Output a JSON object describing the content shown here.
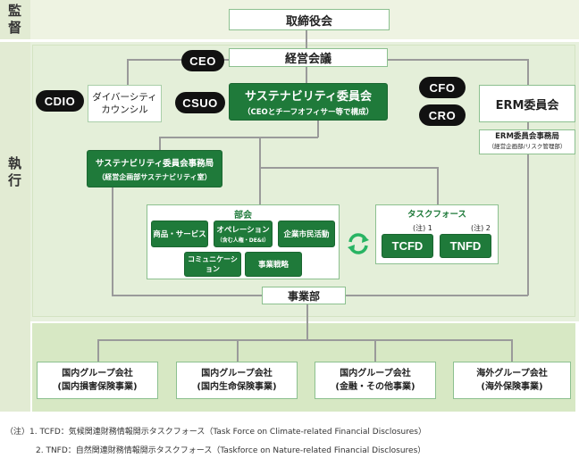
{
  "sections": {
    "supervision": "監督",
    "execution": "執行"
  },
  "nodes": {
    "board": "取締役会",
    "management_council": "経営会議",
    "ceo": "CEO",
    "cdio": "CDIO",
    "diversity_council": [
      "ダイバーシティ",
      "カウンシル"
    ],
    "csuo": "CSUO",
    "sustainability_committee": "サステナビリティ委員会",
    "sustainability_committee_sub": "（CEOとチーフオフィサー等で構成）",
    "cfo": "CFO",
    "cro": "CRO",
    "erm_committee": "ERM委員会",
    "erm_secretariat": "ERM委員会事務局",
    "erm_secretariat_sub": "（経営企画部/リスク管理部）",
    "sus_secretariat": "サステナビリティ委員会事務局",
    "sus_secretariat_sub": "（経営企画部サステナビリティ室）",
    "subcommittees_title": "部会",
    "subcommittees": {
      "products": "商品・サービス",
      "operations": "オペレーション",
      "operations_sub": "（含む人権・DE&I）",
      "community": "企業市民活動",
      "communication": "コミュニケーション",
      "strategy": "事業戦略"
    },
    "taskforce_title": "タスクフォース",
    "tcfd": "TCFD",
    "tcfd_note": "(注) 1",
    "tnfd": "TNFD",
    "tnfd_note": "(注) 2",
    "business_units": "事業部"
  },
  "groups": [
    {
      "name": "国内グループ会社",
      "sub": "(国内損害保険事業)"
    },
    {
      "name": "国内グループ会社",
      "sub": "(国内生命保険事業)"
    },
    {
      "name": "国内グループ会社",
      "sub": "(金融・その他事業)"
    },
    {
      "name": "海外グループ会社",
      "sub": "(海外保険事業)"
    }
  ],
  "notes": {
    "note1": "（注）1. TCFD：気候関連財務情報開示タスクフォース（Task Force on Climate-related Financial Disclosures）",
    "note2": "2. TNFD：自然関連財務情報開示タスクフォース（Taskforce on Nature-related Financial Disclosures）"
  },
  "colors": {
    "band_supervision": "#eef3e2",
    "band_execution": "#e4efd9",
    "band_groups": "#d7e8c4",
    "dark_green": "#1f7a3a",
    "light_green_border": "#8cc08f",
    "cycle_arrow": "#28b463"
  }
}
